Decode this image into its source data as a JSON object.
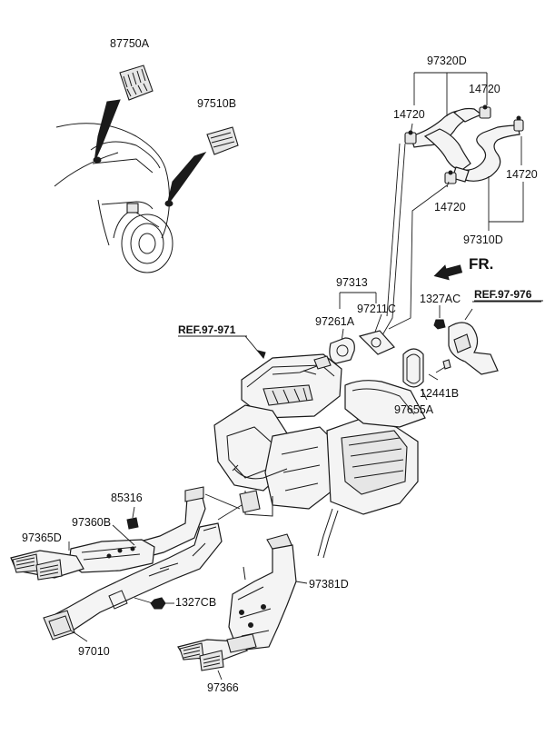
{
  "labels": {
    "l_87750A": "87750A",
    "l_97510B": "97510B",
    "l_97320D": "97320D",
    "l_14720_a": "14720",
    "l_14720_b": "14720",
    "l_14720_c": "14720",
    "l_14720_d": "14720",
    "l_97310D": "97310D",
    "l_fr": "FR.",
    "l_97313": "97313",
    "l_97211C": "97211C",
    "l_97261A": "97261A",
    "l_1327AC": "1327AC",
    "l_ref976": "REF.97-976",
    "l_ref971": "REF.97-971",
    "l_12441B": "12441B",
    "l_97655A": "97655A",
    "l_85316": "85316",
    "l_97360B": "97360B",
    "l_97365D": "97365D",
    "l_1327CB": "1327CB",
    "l_97381D": "97381D",
    "l_97010": "97010",
    "l_97366": "97366"
  }
}
